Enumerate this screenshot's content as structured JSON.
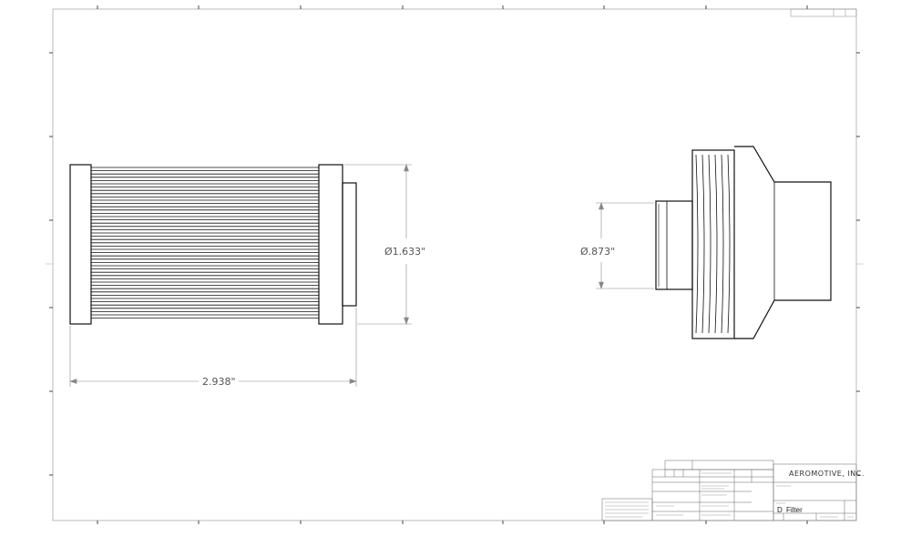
{
  "drawing": {
    "dimensions": {
      "diameter_large": "Ø1.633\"",
      "diameter_small": "Ø.873\"",
      "length": "2.938\""
    },
    "title_block": {
      "company": "AEROMOTIVE, INC.",
      "title": "Filter",
      "size": "D"
    }
  }
}
